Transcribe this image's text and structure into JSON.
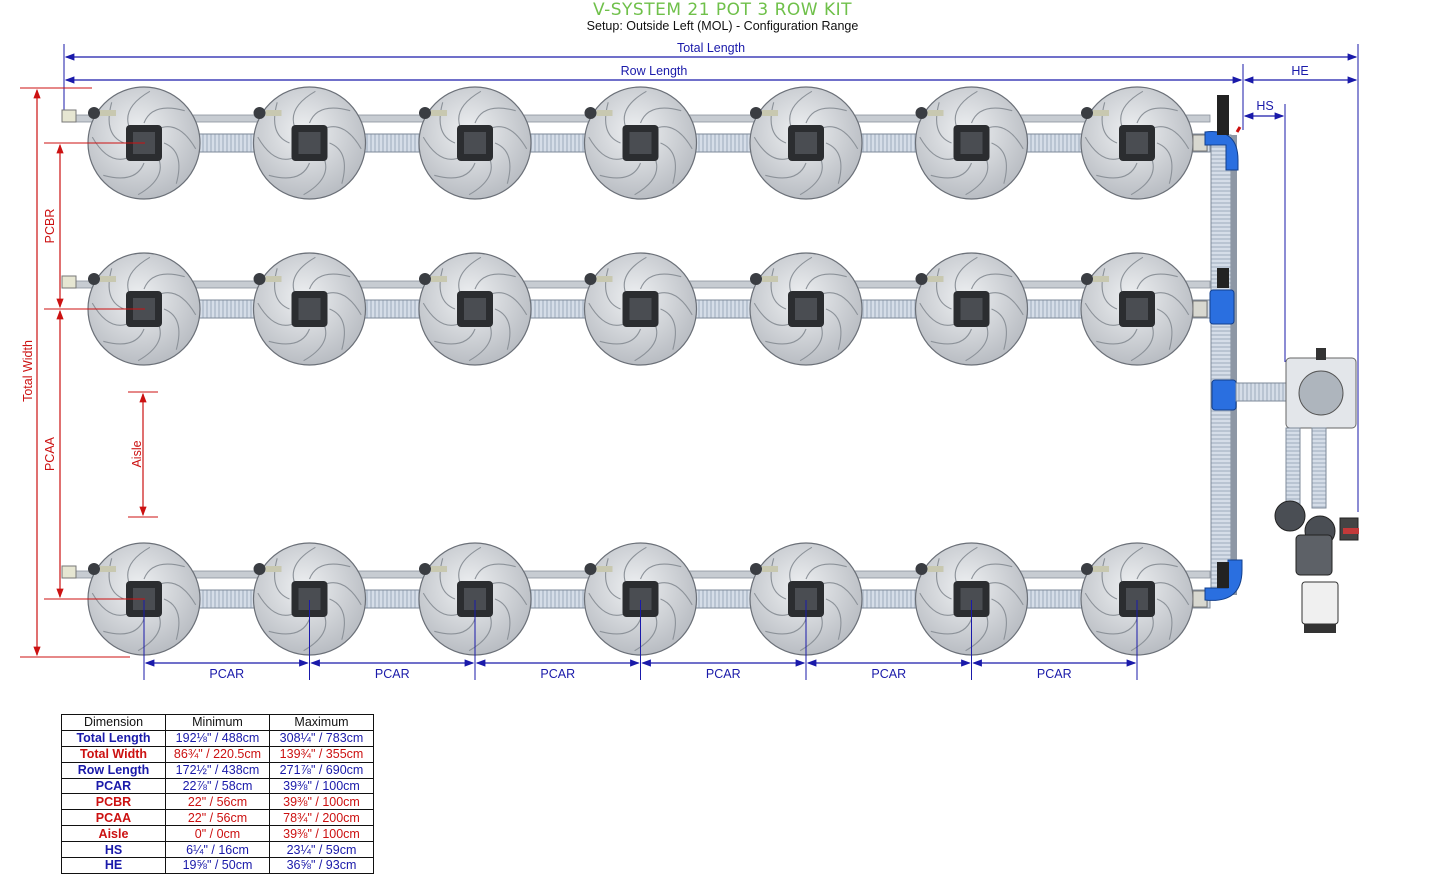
{
  "title": "V-SYSTEM 21 POT 3 ROW KIT",
  "subtitle": "Setup: Outside Left (MOL) - Configuration Range",
  "labels": {
    "total_length": "Total Length",
    "row_length": "Row Length",
    "he": "HE",
    "hs": "HS",
    "total_width": "Total Width",
    "pcbr": "PCBR",
    "pcaa": "PCAA",
    "aisle": "Aisle",
    "pcar": "PCAR"
  },
  "colors": {
    "title": "#6fc04a",
    "dimension_blue": "#1a1aaa",
    "dimension_red": "#cc1111",
    "pot": "#d3d6da",
    "pipe_blue": "#2a6fe0"
  },
  "layout_info": {
    "rows": 3,
    "pots_per_row": 7
  },
  "table": {
    "headers": [
      "Dimension",
      "Minimum",
      "Maximum"
    ],
    "rows": [
      {
        "name": "Total Length",
        "min": "192⅛\" / 488cm",
        "max": "308¼\" / 783cm",
        "color": "blue"
      },
      {
        "name": "Total Width",
        "min": "86¾\" / 220.5cm",
        "max": "139¾\" / 355cm",
        "color": "red"
      },
      {
        "name": "Row Length",
        "min": "172½\" / 438cm",
        "max": "271⅞\" / 690cm",
        "color": "blue"
      },
      {
        "name": "PCAR",
        "min": "22⅞\" / 58cm",
        "max": "39⅜\" / 100cm",
        "color": "blue"
      },
      {
        "name": "PCBR",
        "min": "22\" / 56cm",
        "max": "39⅜\" / 100cm",
        "color": "red"
      },
      {
        "name": "PCAA",
        "min": "22\" / 56cm",
        "max": "78¾\" / 200cm",
        "color": "red"
      },
      {
        "name": "Aisle",
        "min": "0\" / 0cm",
        "max": "39⅜\" / 100cm",
        "color": "red"
      },
      {
        "name": "HS",
        "min": "6¼\" / 16cm",
        "max": "23¼\" / 59cm",
        "color": "blue"
      },
      {
        "name": "HE",
        "min": "19⅝\" / 50cm",
        "max": "36⅝\" / 93cm",
        "color": "blue"
      }
    ]
  }
}
